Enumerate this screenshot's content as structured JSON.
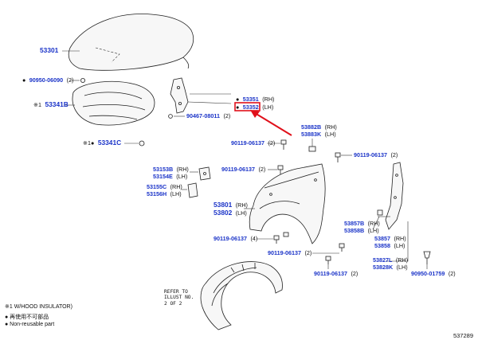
{
  "callouts": {
    "hood": {
      "mark": "",
      "pn": "53301",
      "qty": ""
    },
    "clip_top": {
      "mark": "●",
      "pn": "90950-06090",
      "qty": "(2)"
    },
    "insulator": {
      "mark": "※1",
      "pn": "53341B",
      "qty": ""
    },
    "insulator_c": {
      "mark": "※1●",
      "pn": "53341C",
      "qty": ""
    },
    "bolt_hinge": {
      "mark": "",
      "pn": "90467-08011",
      "qty": "(2)"
    },
    "hinge_rh": {
      "mark": "●",
      "pn": "53351",
      "qty": "(RH)"
    },
    "hinge_lh": {
      "mark": "●",
      "pn": "53352",
      "qty": "(LH)"
    },
    "ins_rh": {
      "mark": "",
      "pn": "53882B",
      "qty": "(RH)"
    },
    "ins_lh": {
      "mark": "",
      "pn": "53883K",
      "qty": "(LH)"
    },
    "bolt_a": {
      "mark": "",
      "pn": "90119-06137",
      "qty": "(2)"
    },
    "bolt_b": {
      "mark": "",
      "pn": "90119-06137",
      "qty": "(2)"
    },
    "br_rh": {
      "mark": "",
      "pn": "53153B",
      "qty": "(RH)"
    },
    "br_lh": {
      "mark": "",
      "pn": "53154E",
      "qty": "(LH)"
    },
    "bolt_c": {
      "mark": "",
      "pn": "90119-06137",
      "qty": "(2)"
    },
    "br2_rh": {
      "mark": "",
      "pn": "53155C",
      "qty": "(RH)"
    },
    "br2_lh": {
      "mark": "",
      "pn": "53156H",
      "qty": "(LH)"
    },
    "fender_rh": {
      "mark": "",
      "pn": "53801",
      "qty": "(RH)"
    },
    "fender_lh": {
      "mark": "",
      "pn": "53802",
      "qty": "(LH)"
    },
    "sup_rh": {
      "mark": "",
      "pn": "53857B",
      "qty": "(RH)"
    },
    "sup_lh": {
      "mark": "",
      "pn": "53858B",
      "qty": "(LH)"
    },
    "sup2_rh": {
      "mark": "",
      "pn": "53857",
      "qty": "(RH)"
    },
    "sup2_lh": {
      "mark": "",
      "pn": "53858",
      "qty": "(LH)"
    },
    "bolt_d": {
      "mark": "",
      "pn": "90119-06137",
      "qty": "(4)"
    },
    "bolt_e": {
      "mark": "",
      "pn": "90119-06137",
      "qty": "(2)"
    },
    "seal_rh": {
      "mark": "",
      "pn": "53827L",
      "qty": "(RH)"
    },
    "seal_lh": {
      "mark": "",
      "pn": "53828K",
      "qty": "(LH)"
    },
    "bolt_f": {
      "mark": "",
      "pn": "90119-06137",
      "qty": "(2)"
    },
    "clip_b": {
      "mark": "",
      "pn": "90950-01759",
      "qty": "(2)"
    }
  },
  "ref_note": {
    "lines": [
      "REFER TO",
      "ILLUST NO.",
      "2 OF 2"
    ]
  },
  "legend": {
    "note1": "※1 W/HOOD INSULATOR)",
    "note2": "● 再使用不可部品",
    "note3": "● Non-reusable part"
  },
  "figure_id": "537289",
  "highlight_color": "#e0101a",
  "part_number_color": "#1a33c8"
}
